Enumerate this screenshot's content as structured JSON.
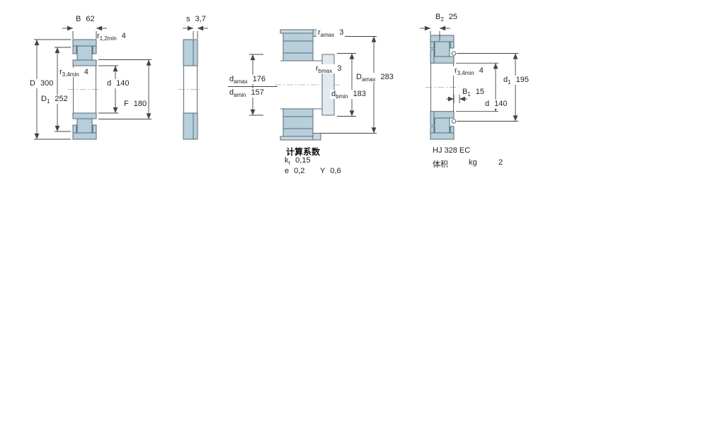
{
  "page": {
    "background": "#ffffff"
  },
  "colors": {
    "bearing_fill": "#b7cedb",
    "abutment_fill": "#c9d6de",
    "shaft_fill": "#e3eaef",
    "outline": "#5a6a74",
    "dim_line": "#444444",
    "text": "#222222"
  },
  "fig1": {
    "description": "bearing-cross-section-boundary-dimensions",
    "dims": {
      "B": {
        "base": "B",
        "sub": "",
        "value": "62"
      },
      "r12": {
        "base": "r",
        "sub": "1,2min",
        "value": "4"
      },
      "r34": {
        "base": "r",
        "sub": "3,4min",
        "value": "4"
      },
      "D": {
        "base": "D",
        "sub": "",
        "value": "300"
      },
      "D1": {
        "base": "D",
        "sub": "1",
        "value": "252"
      },
      "d": {
        "base": "d",
        "sub": "",
        "value": "140"
      },
      "F": {
        "base": "F",
        "sub": "",
        "value": "180"
      }
    }
  },
  "fig2": {
    "description": "ring-side-section",
    "dims": {
      "s": {
        "base": "s",
        "sub": "",
        "value": "3,7"
      }
    }
  },
  "fig3": {
    "description": "abutment-and-fillet-dimensions",
    "dims": {
      "ramax": {
        "base": "r",
        "sub": "amax",
        "value": "3"
      },
      "rbmax": {
        "base": "r",
        "sub": "bmax",
        "value": "3"
      },
      "damax": {
        "base": "d",
        "sub": "amax",
        "value": "176"
      },
      "damin": {
        "base": "d",
        "sub": "amin",
        "value": "157"
      },
      "Damax": {
        "base": "D",
        "sub": "amax",
        "value": "283"
      },
      "dbmin": {
        "base": "d",
        "sub": "bmin",
        "value": "183"
      }
    },
    "factors_title": "计算系数",
    "factors": {
      "kr": {
        "base": "k",
        "sub": "r",
        "value": "0,15"
      },
      "e": {
        "base": "e",
        "sub": "",
        "value": "0,2"
      },
      "Y": {
        "base": "Y",
        "sub": "",
        "value": "0,6"
      }
    }
  },
  "fig4": {
    "description": "bearing-with-angle-ring",
    "dims": {
      "B2": {
        "base": "B",
        "sub": "2",
        "value": "25"
      },
      "r34": {
        "base": "r",
        "sub": "3,4min",
        "value": "4"
      },
      "B1": {
        "base": "B",
        "sub": "1",
        "value": "15"
      },
      "d1": {
        "base": "d",
        "sub": "1",
        "value": "195"
      },
      "d": {
        "base": "d",
        "sub": "",
        "value": "140"
      }
    },
    "designation": "HJ 328 EC",
    "mass": {
      "label": "体积",
      "unit": "kg",
      "value": "2"
    }
  }
}
